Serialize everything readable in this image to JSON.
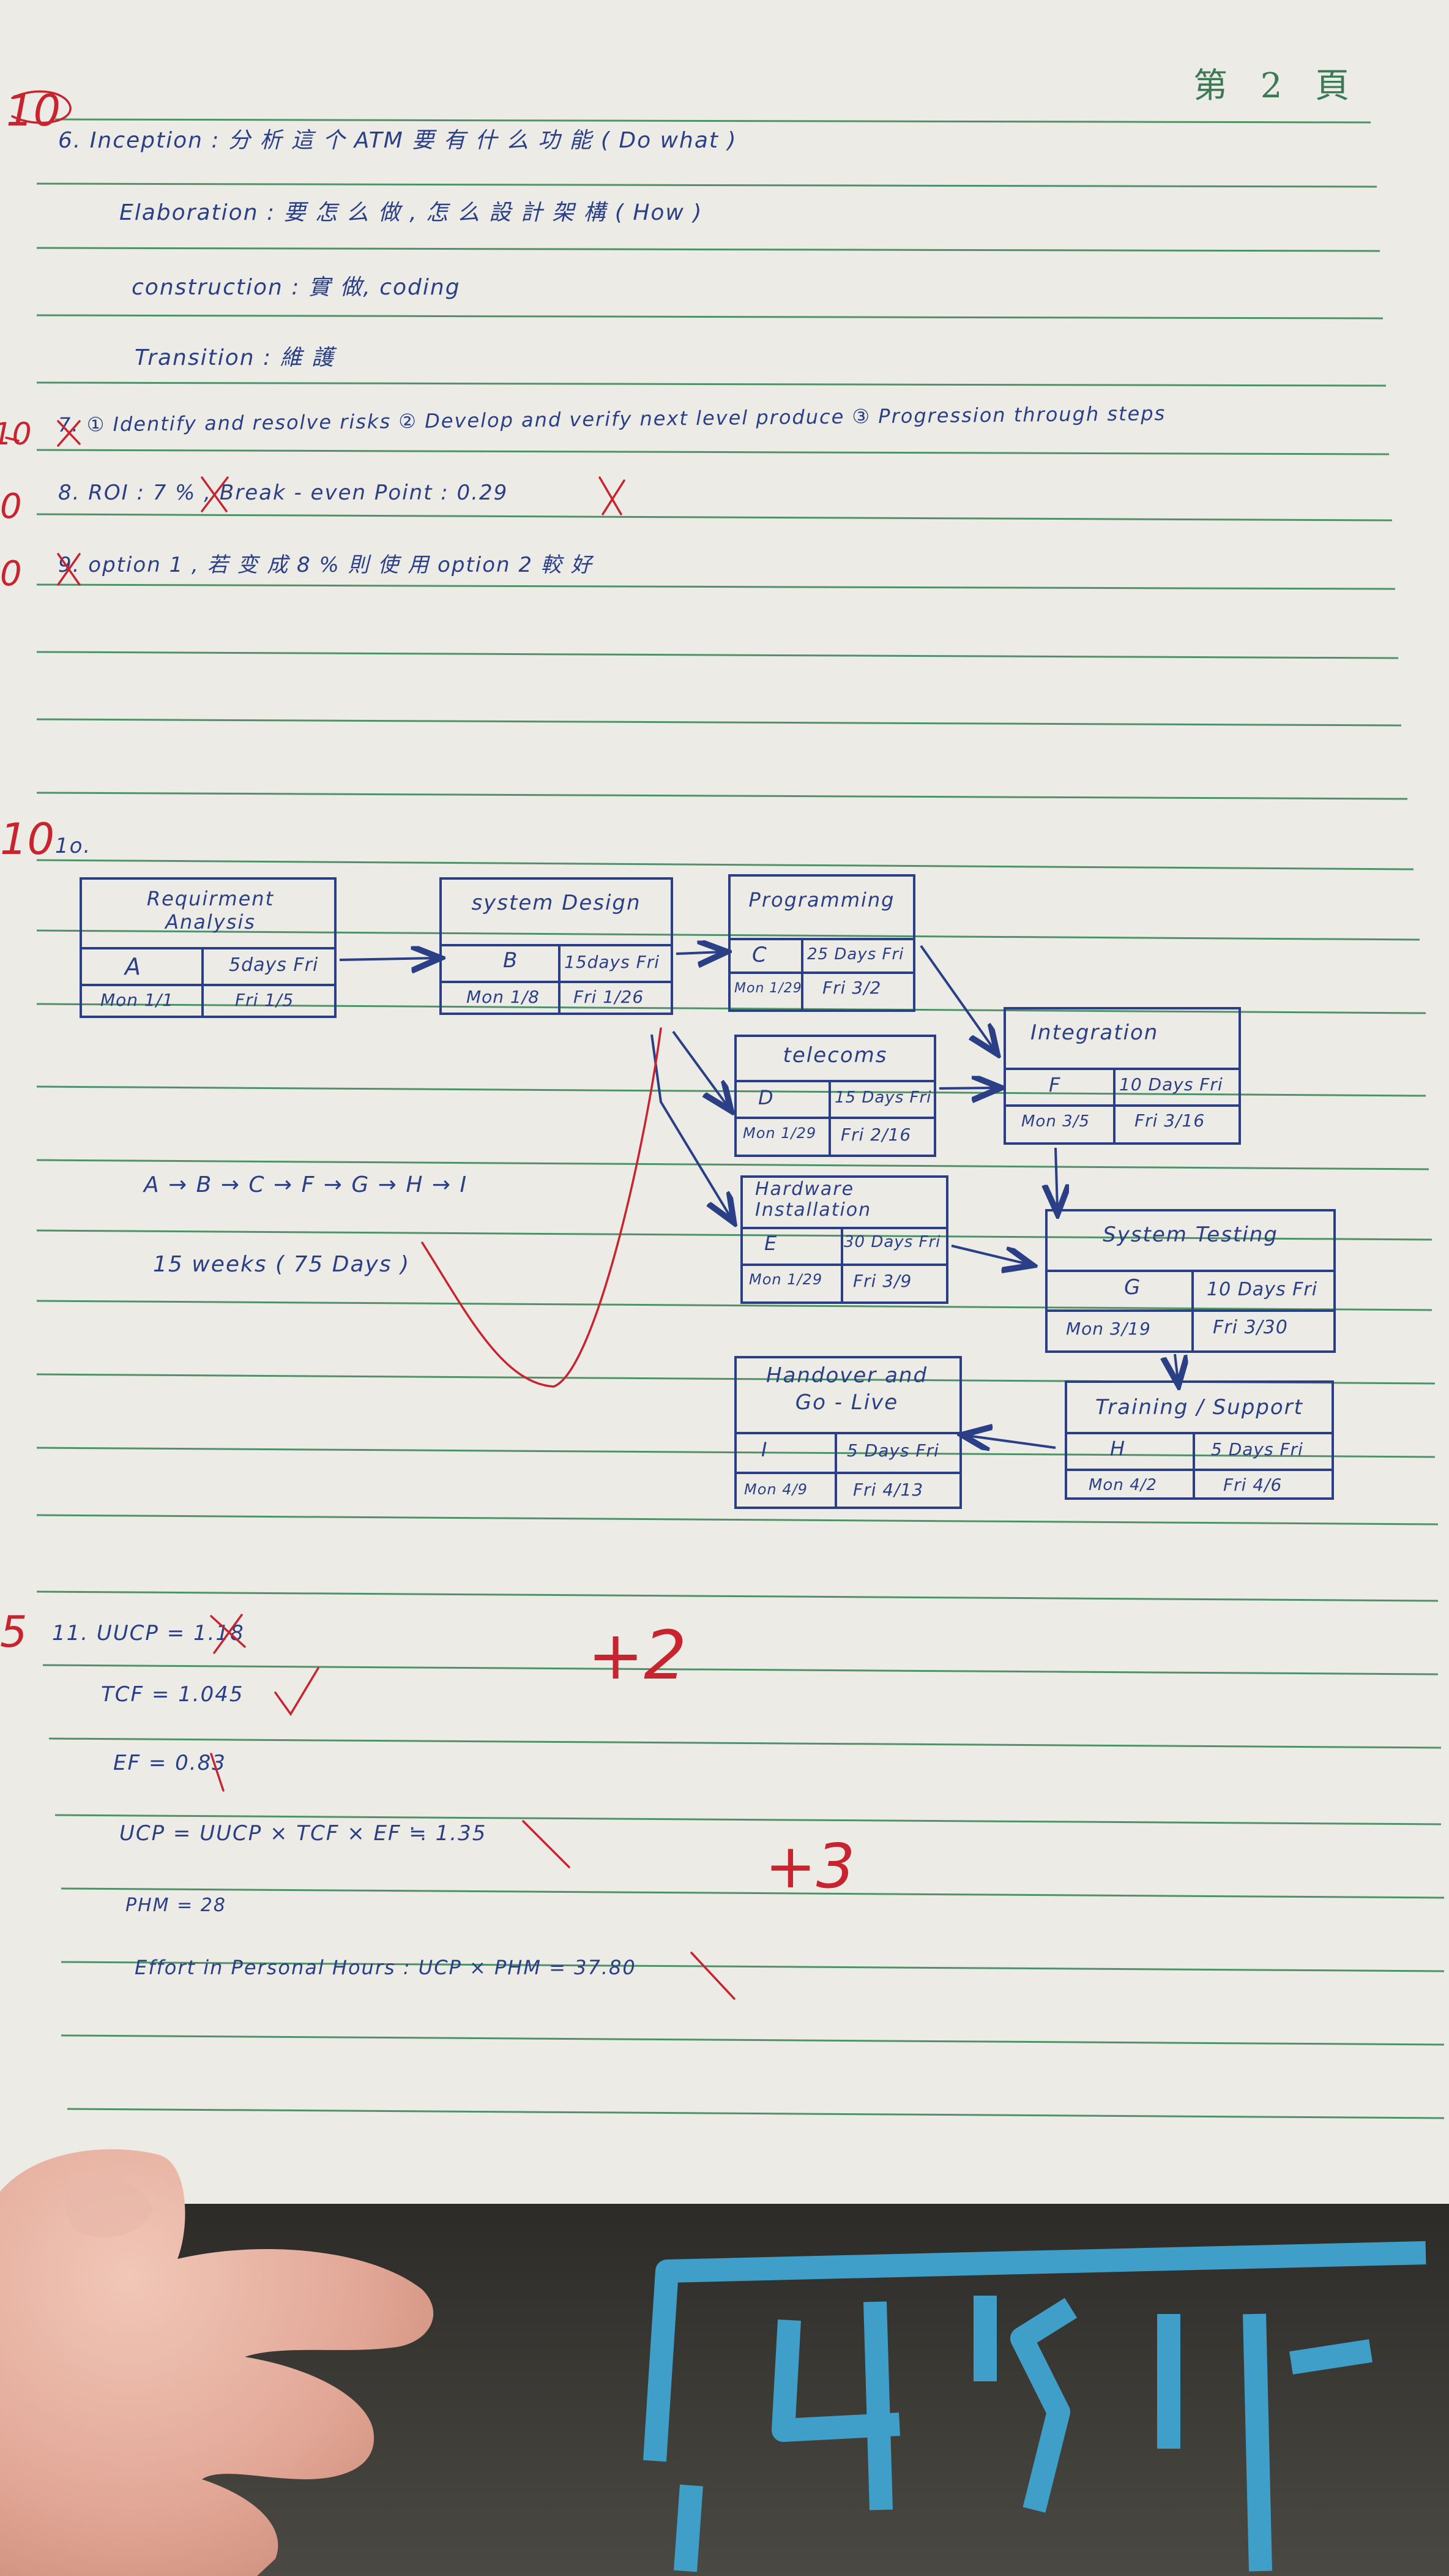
{
  "page": {
    "number_label": "第 2 頁"
  },
  "answers": {
    "q6": {
      "inception": "6.   Inception  : 分 析 這 个 ATM 要 有 什 么   功 能    ( Do what )",
      "elaboration": "Elaboration  : 要 怎 么 做 , 怎 么 設 計 架 構    ( How )",
      "construction": "construction :  實  做,  coding",
      "transition": "Transition :  維 護"
    },
    "q7": {
      "number": "7.",
      "text": "①  Identify  and  resolve  risks      ②  Develop  and  verify  next  level  produce    ③  Progression  through  steps"
    },
    "q8": {
      "text": "8.  ROI :  7 %  ,   Break - even  Point  :  0.29"
    },
    "q9": {
      "number": "9.",
      "text": "option 1  ,    若 变 成  8 %   則  使 用   option 2  較   好"
    },
    "q10": {
      "number": "1o.",
      "critical_path": "A  →  B  →  C  →  F  →  G  →  H  →  I",
      "duration": "15  weeks   ( 75 Days )",
      "tasks": [
        {
          "name": "Requirment Analysis",
          "id": "A",
          "duration": "5days Fri",
          "start": "Mon 1/1",
          "end": "Fri 1/5"
        },
        {
          "name": "system Design",
          "id": "B",
          "duration": "15days  Fri",
          "start": "Mon 1/8",
          "end": "Fri 1/26"
        },
        {
          "name": "Programming",
          "id": "C",
          "duration": "25 Days Fri",
          "start": "Mon 1/29",
          "end": "Fri 3/2"
        },
        {
          "name": "telecoms",
          "id": "D",
          "duration": "15 Days Fri",
          "start": "Mon 1/29",
          "end": "Fri 2/16"
        },
        {
          "name": "Hardware Installation",
          "id": "E",
          "duration": "30 Days Fri",
          "start": "Mon 1/29",
          "end": "Fri 3/9"
        },
        {
          "name": "Integration",
          "id": "F",
          "duration": "10 Days Fri",
          "start": "Mon 3/5",
          "end": "Fri 3/16"
        },
        {
          "name": "System Testing",
          "id": "G",
          "duration": "10 Days Fri",
          "start": "Mon 3/19",
          "end": "Fri 3/30"
        },
        {
          "name": "Training / Support",
          "id": "H",
          "duration": "5 Days Fri",
          "start": "Mon 4/2",
          "end": "Fri 4/6"
        },
        {
          "name": "Handover and Go - Live",
          "id": "I",
          "duration": "5 Days Fri",
          "start": "Mon 4/9",
          "end": "Fri 4/13"
        }
      ]
    },
    "q11": {
      "uucp": "11.   UUCP  =  1.18",
      "tcf": "TCF  =  1.045",
      "ef": "EF  =  0.83",
      "ucp": "UCP  =  UUCP  ×  TCF  ×  EF  ≒  1.35",
      "phm": "PHM  =  28",
      "effort": "Effort  in  Personal  Hours  :  UCP × PHM   =  37.80"
    }
  },
  "grading": {
    "q6_mark": "10",
    "q7_mark": "10",
    "q8_mark": "0",
    "q9_mark": "0",
    "q10_mark": "10",
    "q11_mark": "5",
    "bonus_1": "+2",
    "bonus_2": "+3"
  }
}
